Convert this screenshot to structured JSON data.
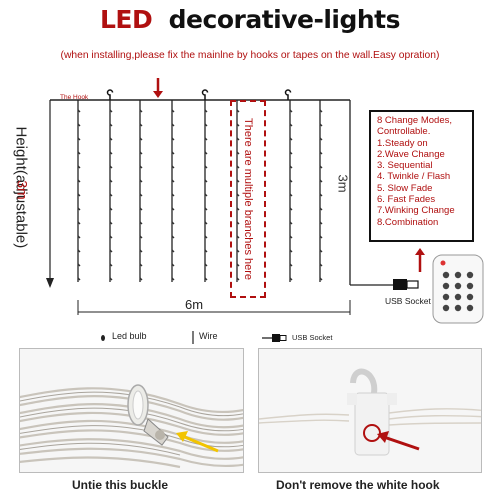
{
  "title": {
    "led": "LED",
    "rest": "decorative-lights"
  },
  "subtitle": "(when installing,please fix the mainlne by hooks or tapes on the wall.Easy opration)",
  "diagram": {
    "hook_label": "The Hook",
    "height_label": "Height(adjustable)",
    "height_value_left": "3m",
    "height_value_right": "3m",
    "width_value": "6m",
    "branches_note": "There are multiple branches here",
    "usb_label": "USB Socket"
  },
  "modes": {
    "heading": "8 Change Modes, Controllable.",
    "items": [
      "1.Steady on",
      "2.Wave Change",
      "3. Sequential",
      "4. Twinkle / Flash",
      "5. Slow Fade",
      "6. Fast Fades",
      "7.Winking Change",
      "8.Combination"
    ]
  },
  "legend": {
    "bulb": "Led bulb",
    "wire": "Wire",
    "usb": "USB Socket"
  },
  "photos": {
    "left_caption": "Untie this buckle",
    "right_caption": "Don't remove the white hook"
  },
  "colors": {
    "accent_red": "#b01010",
    "text": "#111111",
    "wire": "#222222",
    "arrow_yellow": "#f2c400"
  }
}
